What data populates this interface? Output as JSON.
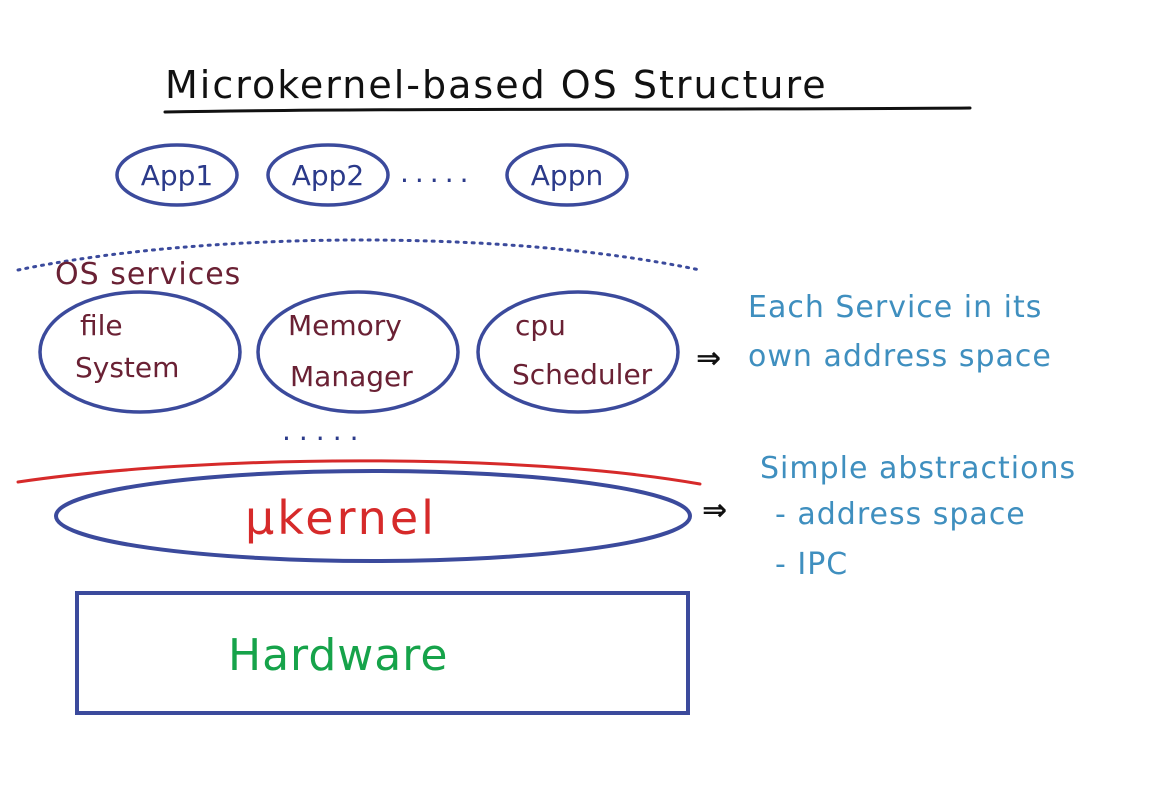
{
  "title": "Microkernel-based OS Structure",
  "apps": {
    "items": [
      "App1",
      "App2",
      "Appn"
    ],
    "separator": "....."
  },
  "services": {
    "heading": "OS services",
    "items": [
      {
        "line1": "file",
        "line2": "System"
      },
      {
        "line1": "Memory",
        "line2": "Manager"
      },
      {
        "line1": "cpu",
        "line2": "Scheduler"
      }
    ],
    "more": "....."
  },
  "kernel": {
    "label": "μkernel"
  },
  "hardware": {
    "label": "Hardware"
  },
  "notes": {
    "services_line1": "Each Service in its",
    "services_line2": "own address space",
    "kernel_line1": "Simple abstractions",
    "kernel_line2": "- address space",
    "kernel_line3": "- IPC"
  },
  "arrow_glyph": "⇒",
  "colors": {
    "outline": "#3b4a9c",
    "title": "#111111",
    "services_text": "#6a2134",
    "kernel_text": "#d62a2a",
    "hardware_text": "#16a34a",
    "notes_text": "#3f8fbf"
  }
}
